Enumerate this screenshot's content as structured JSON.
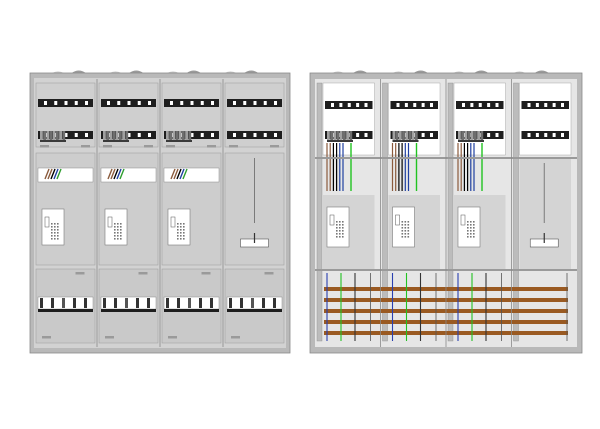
{
  "diagram": {
    "left_view": {
      "columns": 4,
      "meter_columns": 3,
      "terminal_columns": 4,
      "wire_colors": [
        "#8a5a3c",
        "#8a5a3c",
        "#000000",
        "#1f3fa0",
        "#2e9e2e"
      ]
    },
    "right_view": {
      "columns": 4,
      "meter_columns": 3,
      "busbar_rows": 5,
      "wire_colors": [
        "#8a5a3c",
        "#8a5a3c",
        "#000000",
        "#1f3fa0",
        "#2e9e2e"
      ]
    },
    "colors": {
      "frame": "#b9b9b9",
      "panel": "#d2d2d2",
      "white": "#ffffff",
      "rail": "#1e1e1e",
      "busbar": "#9a5a22",
      "green_wire": "#22c322",
      "blue_wire": "#2a3fb0",
      "outline": "#7a7a7a"
    },
    "icons": [
      "terminal-block-icon",
      "meter-icon",
      "switch-handle-icon",
      "busbar-icon"
    ]
  }
}
